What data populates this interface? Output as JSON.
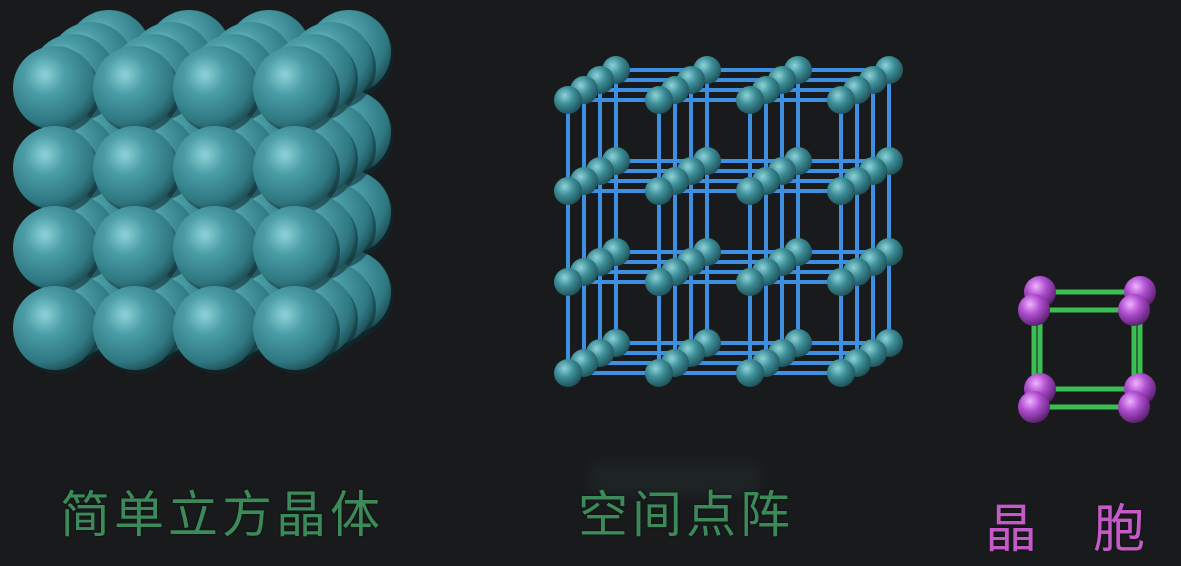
{
  "captions": {
    "simple_cubic": "简单立方晶体",
    "space_lattice": "空间点阵",
    "unit_cell_1": "晶",
    "unit_cell_2": "胞"
  },
  "colors": {
    "background": "#181a1c",
    "sphere": "#3e8f98",
    "sphere_highlight": "#8fd2d8",
    "sphere_shadow": "#1d4f57",
    "lattice_bond": "#3f8fe0",
    "cell_atom": "#b04fd0",
    "cell_atom_highlight": "#f0b3ff",
    "cell_bond": "#3bbf52",
    "caption_green": "#3c8a5a",
    "caption_magenta": "#c45ac8"
  }
}
